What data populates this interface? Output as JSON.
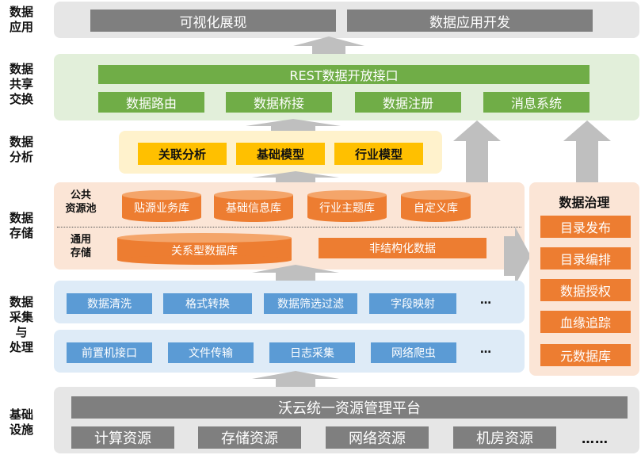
{
  "layers": {
    "application": "数据\n应用",
    "sharing": "数据\n共享\n交换",
    "analysis": "数据\n分析",
    "storage": "数据\n存储",
    "collection": "数据\n采集\n与\n处理",
    "infrastructure": "基础\n设施"
  },
  "application": {
    "items": [
      "可视化展现",
      "数据应用开发"
    ]
  },
  "sharing": {
    "rest": "REST数据开放接口",
    "items": [
      "数据路由",
      "数据桥接",
      "数据注册",
      "消息系统"
    ]
  },
  "analysis": {
    "items": [
      "关联分析",
      "基础模型",
      "行业模型"
    ]
  },
  "storage": {
    "public_label": "公共\n资源池",
    "public_items": [
      "贴源业务库",
      "基础信息库",
      "行业主题库",
      "自定义库"
    ],
    "general_label": "通用\n存储",
    "relational": "关系型数据库",
    "unstructured": "非结构化数据"
  },
  "processing": {
    "row1": [
      "数据清洗",
      "格式转换",
      "数据筛选过滤",
      "字段映射"
    ],
    "row2": [
      "前置机接口",
      "文件传输",
      "日志采集",
      "网络爬虫"
    ],
    "ellipsis": "…"
  },
  "governance": {
    "title": "数据治理",
    "items": [
      "目录发布",
      "目录编排",
      "数据授权",
      "血缘追踪",
      "元数据库"
    ]
  },
  "infrastructure": {
    "platform": "沃云统一资源管理平台",
    "items": [
      "计算资源",
      "存储资源",
      "网络资源",
      "机房资源"
    ],
    "ellipsis": "……"
  },
  "colors": {
    "gray": "#7f7f7f",
    "green": "#70ad47",
    "yellow": "#ffc000",
    "blue": "#5b9bd5",
    "orange": "#ed7d31",
    "arrow": "#bfbfbf"
  }
}
